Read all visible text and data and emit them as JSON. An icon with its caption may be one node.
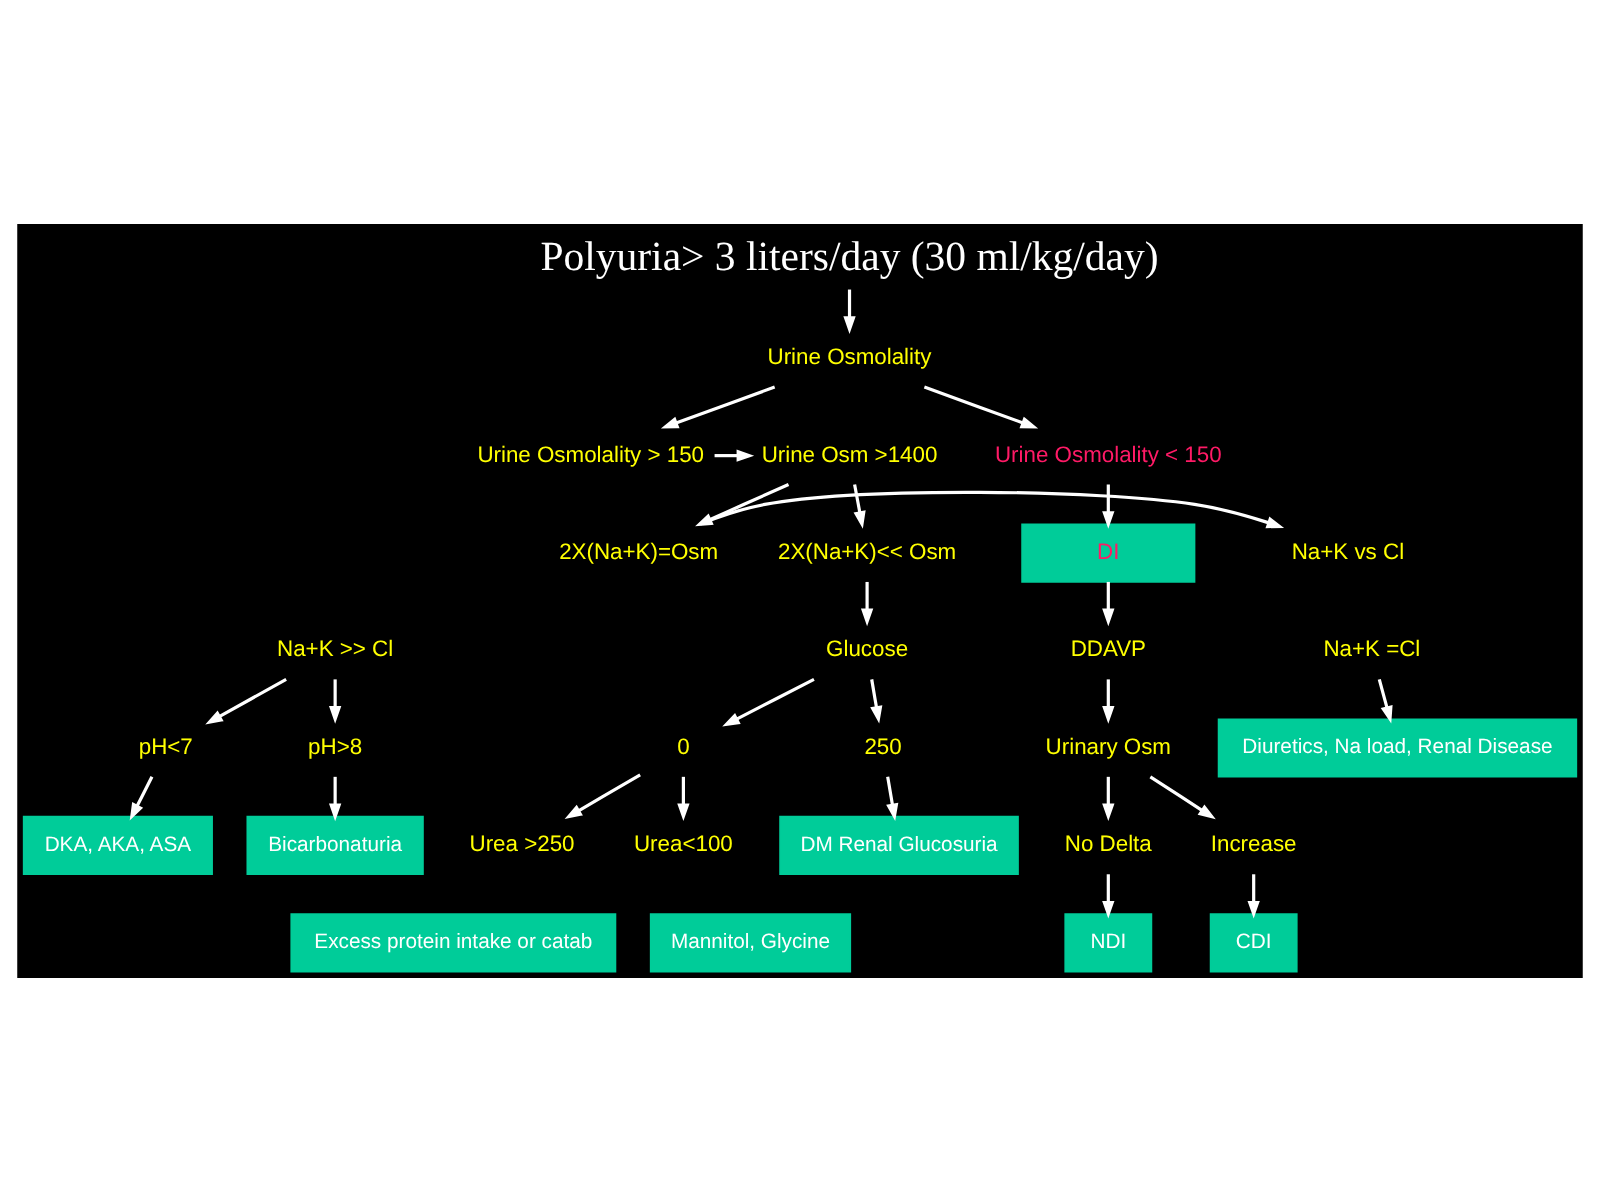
{
  "diagram": {
    "nodes": [
      {
        "text": [
          "Polyuria> 3 liters/day (30 ml/kg/day)"
        ]
      },
      {
        "text": [
          "Urine Osmolality"
        ]
      },
      {
        "text": [
          "Urine Osmolality > 150"
        ]
      },
      {
        "text": [
          "Urine Osm >1400"
        ]
      },
      {
        "text": [
          "Urine Osmolality < 150"
        ]
      },
      {
        "text": [
          "2X(Na+K)<< Osm"
        ]
      },
      {
        "text": [
          "2X(Na+K)=Osm"
        ]
      },
      {
        "text": [
          "Na+K vs Cl"
        ]
      },
      {
        "text": [
          "DI"
        ]
      },
      {
        "text": [
          "Na+K >> Cl"
        ]
      },
      {
        "text": [
          "Na+K =Cl"
        ]
      },
      {
        "text": [
          "Glucose"
        ]
      },
      {
        "text": [
          "pH>8"
        ]
      },
      {
        "text": [
          "pH<7"
        ]
      },
      {
        "text": [
          "DDAVP"
        ]
      },
      {
        "text": [
          "Diuretics, Na load, Renal Disease"
        ]
      },
      {
        "text": [
          "250"
        ]
      },
      {
        "text": [
          "0"
        ]
      },
      {
        "text": [
          "Bicarbonaturia"
        ]
      },
      {
        "text": [
          "DKA, AKA, ASA"
        ]
      },
      {
        "text": [
          "Urinary Osm"
        ]
      },
      {
        "text": [
          "Urea >250"
        ]
      },
      {
        "text": [
          "Urea<100"
        ]
      },
      {
        "text": [
          "Excess protein intake or catab"
        ]
      },
      {
        "text": [
          "Mannitol, Glycine"
        ]
      },
      {
        "text": [
          "Increase"
        ]
      },
      {
        "text": [
          "No Delta"
        ]
      },
      {
        "text": [
          "DM Renal Glucosuria"
        ]
      },
      {
        "text": [
          "CDI"
        ]
      },
      {
        "text": [
          "NDI"
        ]
      }
    ],
    "edges": [
      {
        "from": 0,
        "to": 1,
        "arrow": "to"
      },
      {
        "from": 1,
        "to": 2,
        "arrow": "to"
      },
      {
        "from": 1,
        "to": 4,
        "arrow": "to"
      },
      {
        "from": 2,
        "to": 3,
        "arrow": "to"
      },
      {
        "from": 3,
        "to": 5,
        "arrow": "to"
      },
      {
        "from": 3,
        "to": 6,
        "arrow": "to"
      },
      {
        "from": 4,
        "to": 8,
        "arrow": "to"
      },
      {
        "from": 6,
        "to": 7,
        "arrow": "to"
      },
      {
        "from": 5,
        "to": 11,
        "arrow": "to"
      },
      {
        "from": 9,
        "to": 12,
        "arrow": "to"
      },
      {
        "from": 9,
        "to": 13,
        "arrow": "to"
      },
      {
        "from": 10,
        "to": 15,
        "arrow": "to"
      },
      {
        "from": 8,
        "to": 14,
        "arrow": "to"
      },
      {
        "from": 11,
        "to": 16,
        "arrow": "to"
      },
      {
        "from": 11,
        "to": 17,
        "arrow": "to"
      },
      {
        "from": 12,
        "to": 18,
        "arrow": "to"
      },
      {
        "from": 13,
        "to": 19,
        "arrow": "to"
      },
      {
        "from": 14,
        "to": 20,
        "arrow": "to"
      },
      {
        "from": 17,
        "to": 21,
        "arrow": "to"
      },
      {
        "from": 17,
        "to": 22,
        "arrow": "to"
      },
      {
        "from": 20,
        "to": 25,
        "arrow": "to"
      },
      {
        "from": 20,
        "to": 26,
        "arrow": "to"
      },
      {
        "from": 16,
        "to": 27,
        "arrow": "to"
      },
      {
        "from": 25,
        "to": 28,
        "arrow": "to"
      },
      {
        "from": 26,
        "to": 29,
        "arrow": "to"
      }
    ]
  }
}
